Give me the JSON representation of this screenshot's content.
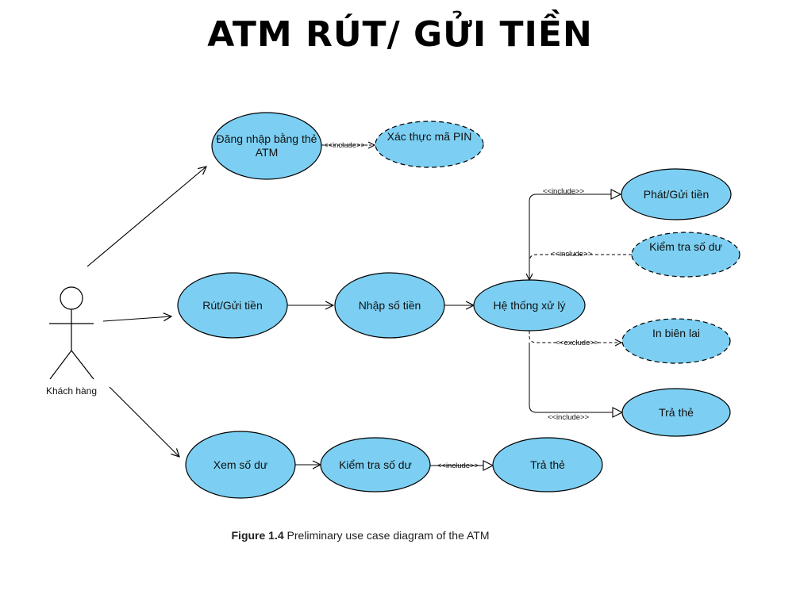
{
  "title": "ATM RÚT/ GỬI TIỀN",
  "actor": {
    "name": "Khách hàng"
  },
  "use_cases": {
    "login_line1": "Đăng nhập bằng thẻ",
    "login_line2": "ATM",
    "verify_pin": "Xác thực mã PIN",
    "withdraw_deposit": "Rút/Gửi tiền",
    "enter_amount": "Nhập số tiền",
    "system_process": "Hệ thống xử lý",
    "dispense": "Phát/Gửi tiền",
    "check_balance_ext": "Kiểm tra số dư",
    "print_receipt": "In biên lai",
    "return_card_1": "Trả thẻ",
    "view_balance": "Xem số dư",
    "check_balance": "Kiểm tra số dư",
    "return_card_2": "Trả thẻ"
  },
  "relations": {
    "include": "<<include>>",
    "exclude": "<<exclude>>"
  },
  "colors": {
    "usecase_fill": "#7ccff2",
    "stroke": "#000000"
  },
  "caption": {
    "label": "Figure 1.4",
    "text": " Preliminary use case diagram of the ATM"
  }
}
